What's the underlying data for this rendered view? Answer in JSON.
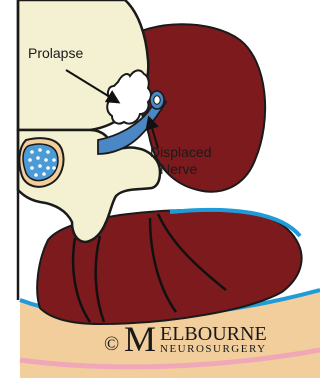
{
  "labels": {
    "prolapse": "Prolapse",
    "displaced_line1": "Displaced",
    "displaced_line2": "Nerve"
  },
  "watermark": {
    "copyright": "©",
    "initial": "M",
    "rest": "ELBOURNE",
    "sub": "NEUROSURGERY"
  },
  "colors": {
    "disc": "#f4f0d2",
    "muscle": "#7d1a1d",
    "nerve": "#4a87c4",
    "fat": "#f2ce9c",
    "skin_line": "#1e9bd8",
    "pink": "#f0a8b8"
  }
}
